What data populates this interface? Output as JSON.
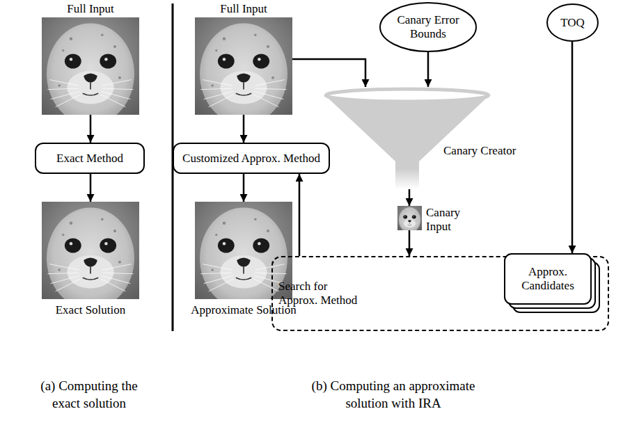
{
  "diagram": {
    "nodes": [
      {
        "text": [
          "Full Input"
        ]
      },
      {
        "text": [
          "Exact Method"
        ]
      },
      {
        "text": [
          "Exact Solution"
        ]
      },
      {
        "text": [
          "Full Input"
        ]
      },
      {
        "text": [
          "Canary Error Bounds"
        ]
      },
      {
        "text": [
          "TOQ"
        ]
      },
      {
        "text": [
          "Customized Approx. Method"
        ]
      },
      {
        "text": [
          "Canary Creator"
        ]
      },
      {
        "text": [
          "Canary Input"
        ]
      },
      {
        "text": [
          "Approximate Solution"
        ]
      },
      {
        "text": [
          "Search for Approx. Method"
        ]
      },
      {
        "text": [
          "Approx. Candidates"
        ],
        "in": 10
      }
    ],
    "edges": [
      {
        "from": 0,
        "to": 1,
        "arrow": "to"
      },
      {
        "from": 1,
        "to": 2,
        "arrow": "to"
      },
      {
        "from": 3,
        "to": 6,
        "arrow": "to"
      },
      {
        "from": 3,
        "to": 7,
        "arrow": "to"
      },
      {
        "from": 4,
        "to": 7,
        "arrow": "to"
      },
      {
        "from": 6,
        "to": 9,
        "arrow": "to"
      },
      {
        "from": 7,
        "to": 8,
        "arrow": "to"
      },
      {
        "from": 8,
        "to": 10,
        "arrow": "to"
      },
      {
        "from": 5,
        "to": 11,
        "arrow": "to"
      },
      {
        "from": 10,
        "to": 6,
        "arrow": "to"
      }
    ],
    "labels": [
      "(a) Computing the exact solution",
      "(b) Computing an approximate solution with IRA"
    ]
  }
}
